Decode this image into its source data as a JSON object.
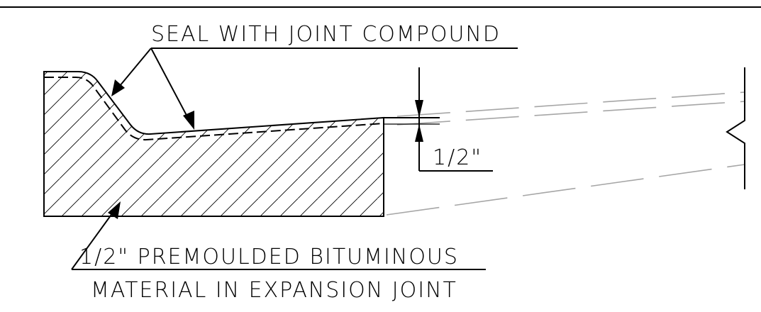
{
  "labels": {
    "seal": "SEAL WITH JOINT COMPOUND",
    "dimension": "1/2\"",
    "material_line1": "1/2\" PREMOULDED BITUMINOUS",
    "material_line2": "MATERIAL IN EXPANSION JOINT"
  }
}
